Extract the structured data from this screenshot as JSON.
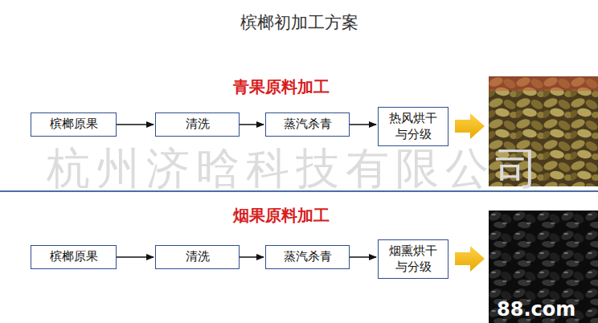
{
  "diagram": {
    "title": "槟榔初加工方案",
    "nodes": [
      {
        "text": [
          "槟榔原果"
        ]
      },
      {
        "text": [
          "清洗"
        ]
      },
      {
        "text": [
          "蒸汽杀青"
        ]
      },
      {
        "text": [
          "热风烘干 与分级"
        ]
      },
      {
        "text": [
          "槟榔原果"
        ]
      },
      {
        "text": [
          "清洗"
        ]
      },
      {
        "text": [
          "蒸汽杀青"
        ]
      },
      {
        "text": [
          "烟熏烘干 与分级"
        ]
      }
    ],
    "edges": [
      {
        "from": 0,
        "to": 1,
        "arrow": "to"
      },
      {
        "from": 1,
        "to": 2,
        "arrow": "to"
      },
      {
        "from": 2,
        "to": 3,
        "arrow": "to"
      },
      {
        "from": 4,
        "to": 5,
        "arrow": "to"
      },
      {
        "from": 5,
        "to": 6,
        "arrow": "to"
      },
      {
        "from": 6,
        "to": 7,
        "arrow": "to"
      }
    ],
    "labels": [
      "青果原料加工",
      "杭州济晗科技有限公司",
      "烟果原料加工",
      "88.com"
    ]
  }
}
